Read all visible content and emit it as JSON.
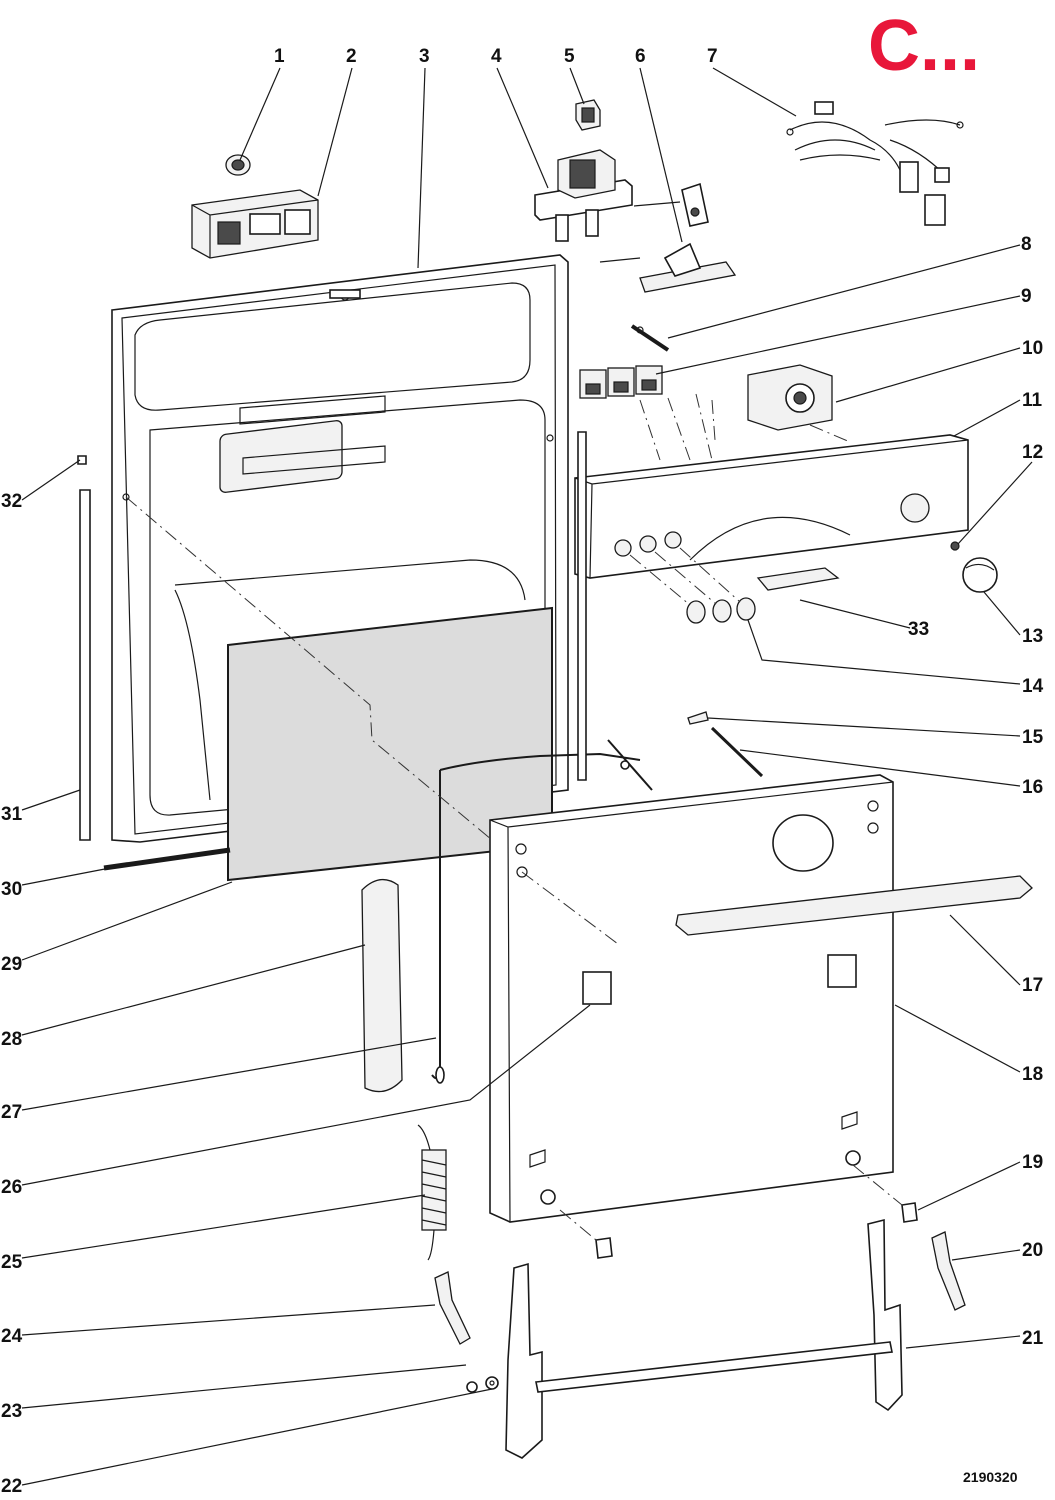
{
  "sheet_tag": "C...",
  "drawing_number": "2190320",
  "callouts": [
    "1",
    "2",
    "3",
    "4",
    "5",
    "6",
    "7",
    "8",
    "9",
    "10",
    "11",
    "12",
    "13",
    "14",
    "15",
    "16",
    "17",
    "18",
    "19",
    "20",
    "21",
    "22",
    "23",
    "24",
    "25",
    "26",
    "27",
    "28",
    "29",
    "30",
    "31",
    "32",
    "33"
  ]
}
